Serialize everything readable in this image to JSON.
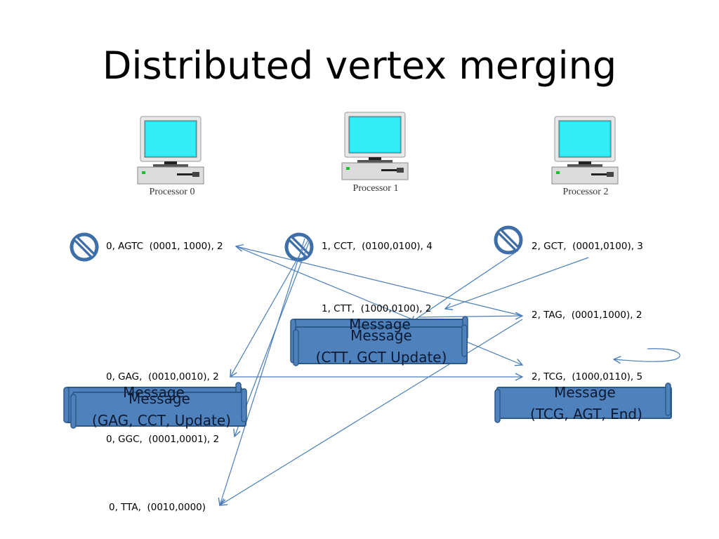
{
  "title": "Distributed vertex merging",
  "processors": [
    {
      "label": "Processor 0"
    },
    {
      "label": "Processor 1"
    },
    {
      "label": "Processor 2"
    }
  ],
  "vertices": {
    "p0_agtc": "0, AGTC  (0001, 1000), 2",
    "p1_cct": "1, CCT,  (0100,0100), 4",
    "p2_gct": "2, GCT,  (0001,0100), 3",
    "p1_ctt": "1, CTT,  (1000,0100), 2",
    "p2_tag": "2, TAG,  (0001,1000), 2",
    "p0_gag": "0, GAG,  (0010,0010), 2",
    "p2_tcg": "2, TCG,  (1000,0110), 5",
    "p0_ggc": "0, GGC,  (0001,0001), 2",
    "p0_tta": "0, TTA,  (0010,0000)"
  },
  "messages": {
    "center": {
      "back_label": "Message",
      "line1": "Message",
      "line2": "(CTT, GCT Update)"
    },
    "left": {
      "back_label": "Message",
      "line1": "Message",
      "line2": "(GAG, CCT, Update)"
    },
    "right": {
      "line1": "Message",
      "line2": "(TCG, AGT, End)"
    }
  },
  "colors": {
    "arrow": "#4a7ebb",
    "scroll_fill": "#4f81bd",
    "scroll_stroke": "#2e5a8a",
    "screen": "#22e8f0",
    "no_sign": "#3d6ea8"
  }
}
